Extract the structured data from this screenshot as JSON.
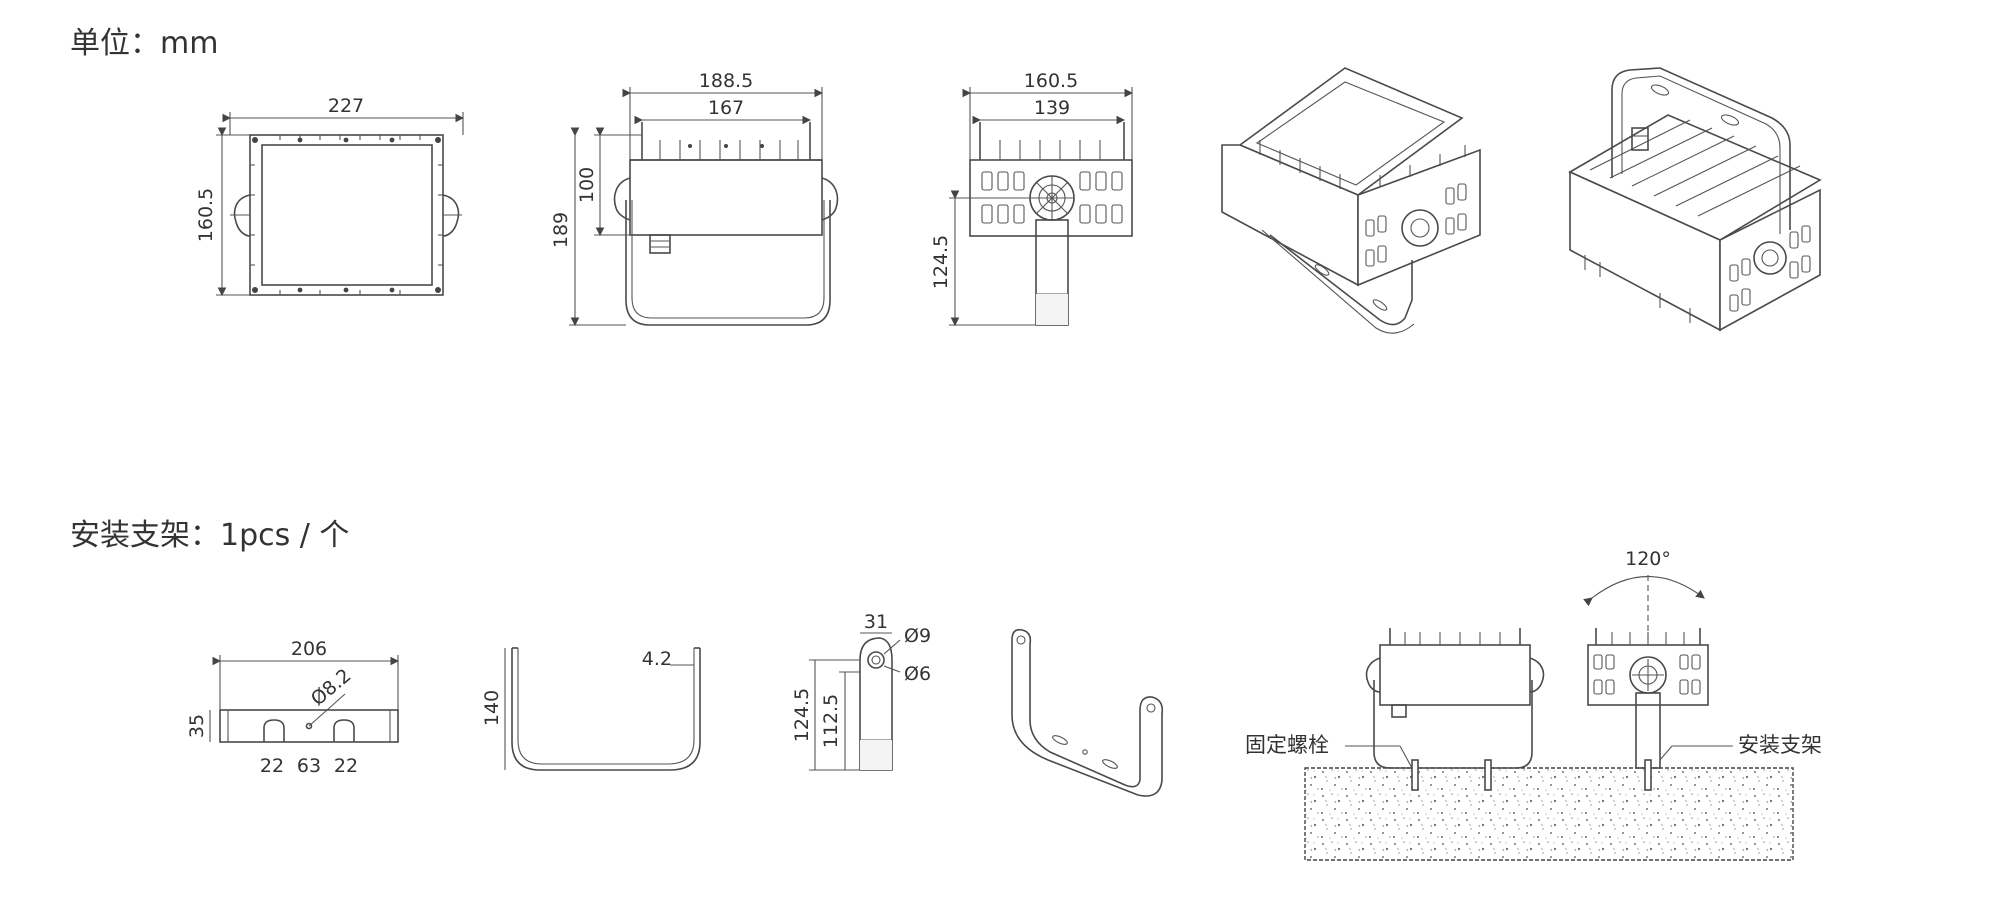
{
  "sections": {
    "units_title": "单位：mm",
    "bracket_title": "安装支架：1pcs / 个"
  },
  "front_view": {
    "width": "227",
    "height": "160.5"
  },
  "side_view": {
    "outer_width": "188.5",
    "inner_width": "167",
    "body_height": "100",
    "total_height": "189"
  },
  "end_view": {
    "outer_width": "160.5",
    "inner_width": "139",
    "bracket_height": "124.5"
  },
  "bracket_top": {
    "length": "206",
    "height": "35",
    "hole_dia": "Ø8.2",
    "left_offset": "22",
    "center_span": "63",
    "right_offset": "22"
  },
  "bracket_side": {
    "height": "140",
    "thickness": "4.2"
  },
  "bracket_end": {
    "top_width": "31",
    "hole_outer": "Ø9",
    "hole_inner": "Ø6",
    "total_height": "124.5",
    "arm_height": "112.5"
  },
  "install": {
    "angle": "120°",
    "bolt_label": "固定螺栓",
    "bracket_label": "安装支架"
  }
}
